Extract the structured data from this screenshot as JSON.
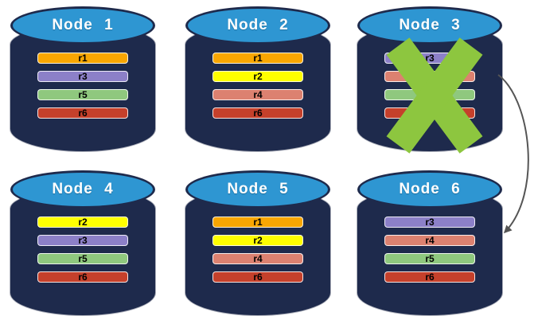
{
  "colors": {
    "background": "#FFFFFF",
    "cylinder_body": "#1E2A4C",
    "cylinder_top": "#2E96D2",
    "node_title_text": "#FFFFFF",
    "bar_label_text": "#000000",
    "x_marker": "#8DC63F",
    "arrow": "#555555"
  },
  "nodes": [
    {
      "title": "Node 1",
      "replicas": [
        {
          "label": "r1",
          "color": "#F9A602"
        },
        {
          "label": "r3",
          "color": "#8C80C8"
        },
        {
          "label": "r5",
          "color": "#8FC87E"
        },
        {
          "label": "r6",
          "color": "#C5402B"
        }
      ]
    },
    {
      "title": "Node 2",
      "replicas": [
        {
          "label": "r1",
          "color": "#F9A602"
        },
        {
          "label": "r2",
          "color": "#FFFF00"
        },
        {
          "label": "r4",
          "color": "#DC8170"
        },
        {
          "label": "r6",
          "color": "#C5402B"
        }
      ]
    },
    {
      "title": "Node 3",
      "replicas": [
        {
          "label": "r3",
          "color": "#8C80C8"
        },
        {
          "label": "",
          "color": "#DC8170"
        },
        {
          "label": "",
          "color": "#8FC87E"
        },
        {
          "label": "",
          "color": "#C5402B"
        }
      ]
    },
    {
      "title": "Node 4",
      "replicas": [
        {
          "label": "r2",
          "color": "#FFFF00"
        },
        {
          "label": "r3",
          "color": "#8C80C8"
        },
        {
          "label": "r5",
          "color": "#8FC87E"
        },
        {
          "label": "r6",
          "color": "#C5402B"
        }
      ]
    },
    {
      "title": "Node 5",
      "replicas": [
        {
          "label": "r1",
          "color": "#F9A602"
        },
        {
          "label": "r2",
          "color": "#FFFF00"
        },
        {
          "label": "r4",
          "color": "#DC8170"
        },
        {
          "label": "r6",
          "color": "#C5402B"
        }
      ]
    },
    {
      "title": "Node 6",
      "replicas": [
        {
          "label": "r3",
          "color": "#8C80C8"
        },
        {
          "label": "r4",
          "color": "#DC8170"
        },
        {
          "label": "r5",
          "color": "#8FC87E"
        },
        {
          "label": "r6",
          "color": "#C5402B"
        }
      ]
    }
  ],
  "annotations": {
    "x_marker": {
      "on_node": "Node 3",
      "color": "#8DC63F"
    },
    "arrow": {
      "from_node": "Node 3",
      "to_node": "Node 6",
      "color": "#555555"
    }
  }
}
